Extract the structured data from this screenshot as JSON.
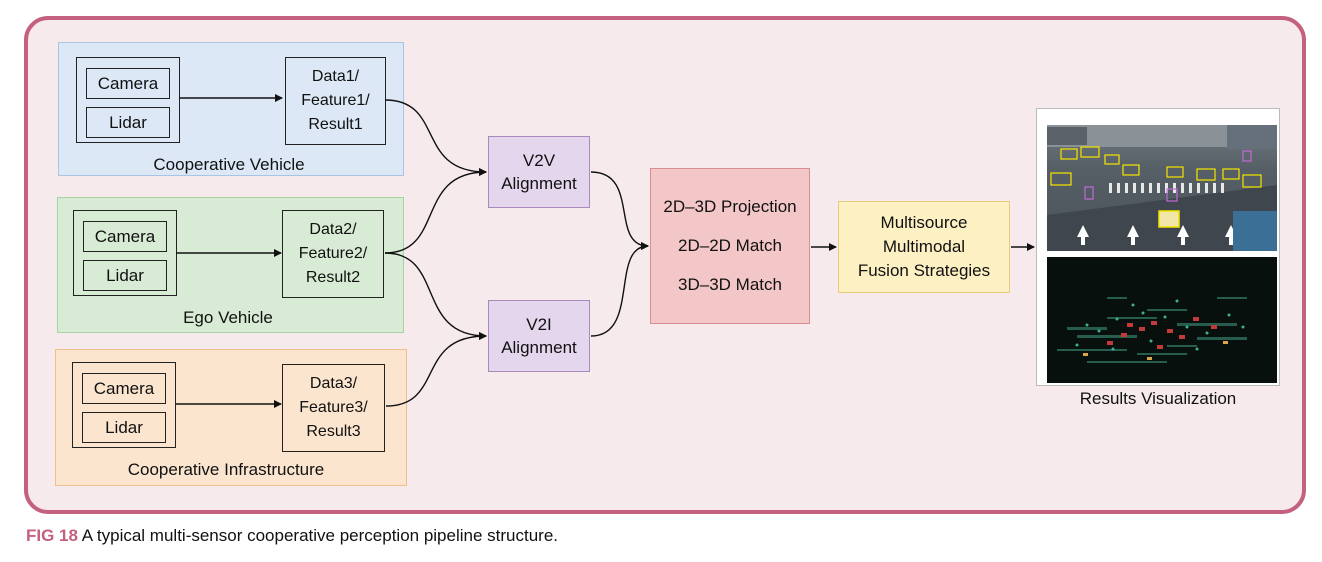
{
  "panels": [
    {
      "id": "cooperative-vehicle",
      "label": "Cooperative Vehicle",
      "camera": "Camera",
      "lidar": "Lidar",
      "data_lines": [
        "Data1/",
        "Feature1/",
        "Result1"
      ]
    },
    {
      "id": "ego-vehicle",
      "label": "Ego Vehicle",
      "camera": "Camera",
      "lidar": "Lidar",
      "data_lines": [
        "Data2/",
        "Feature2/",
        "Result2"
      ]
    },
    {
      "id": "cooperative-infrastructure",
      "label": "Cooperative Infrastructure",
      "camera": "Camera",
      "lidar": "Lidar",
      "data_lines": [
        "Data3/",
        "Feature3/",
        "Result3"
      ]
    }
  ],
  "alignment": {
    "v2v": [
      "V2V",
      "Alignment"
    ],
    "v2i": [
      "V2I",
      "Alignment"
    ]
  },
  "projection": [
    "2D–3D Projection",
    "2D–2D Match",
    "3D–3D Match"
  ],
  "fusion": [
    "Multisource",
    "Multimodal",
    "Fusion Strategies"
  ],
  "visualization": {
    "label": "Results Visualization"
  },
  "caption": {
    "fig": "FIG 18",
    "text": "A typical multi-sensor cooperative perception pipeline structure."
  },
  "colors": {
    "frame_border": "#c4617e",
    "frame_fill": "#f7eaed",
    "cooperative_vehicle": "#dce8f5",
    "ego_vehicle": "#d8ecd5",
    "cooperative_infrastructure": "#fbe5cf",
    "alignment": "#e4d6ec",
    "projection": "#f3c7c8",
    "fusion": "#fdf1c4"
  }
}
